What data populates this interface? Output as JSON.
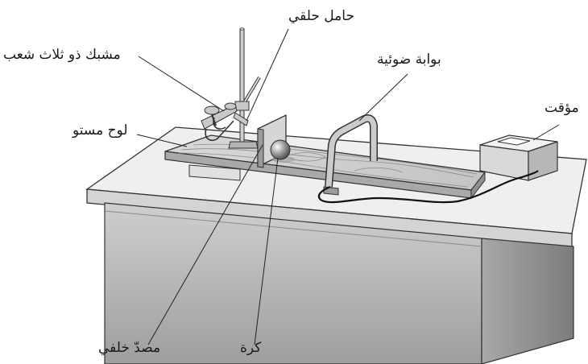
{
  "labels": {
    "ring_stand": "حامل حلقي",
    "three_prong_clamp": "مشبك ذو ثلاث شعب",
    "photogate": "بوابة ضوئية",
    "timer": "مؤقت",
    "inclined_plane": "لوح مستو",
    "backstop": "مصدّ خلفي",
    "ball": "كرة"
  }
}
